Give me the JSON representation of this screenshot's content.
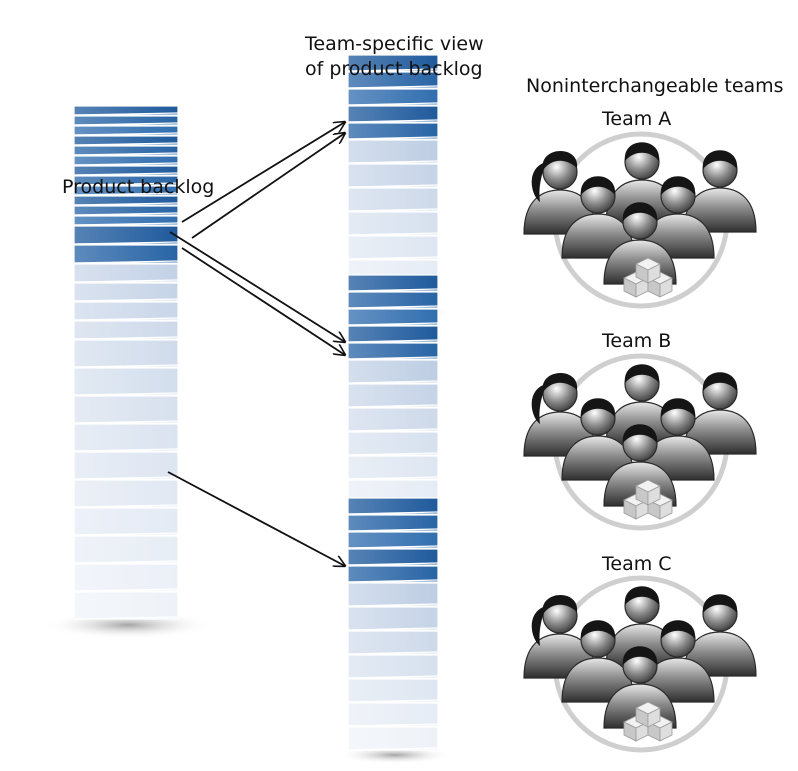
{
  "labels": {
    "product_backlog": "Product backlog",
    "team_view_line1": "Team-specific view",
    "team_view_line2": "of product backlog",
    "teams_heading": "Noninterchangeable teams"
  },
  "teams": [
    {
      "name": "Team A"
    },
    {
      "name": "Team B"
    },
    {
      "name": "Team C"
    }
  ],
  "colors": {
    "backlog_dark": "#2f68a8",
    "backlog_light": "#eef2f8",
    "team_ring": "#cfcfcf",
    "arrow": "#111111"
  }
}
